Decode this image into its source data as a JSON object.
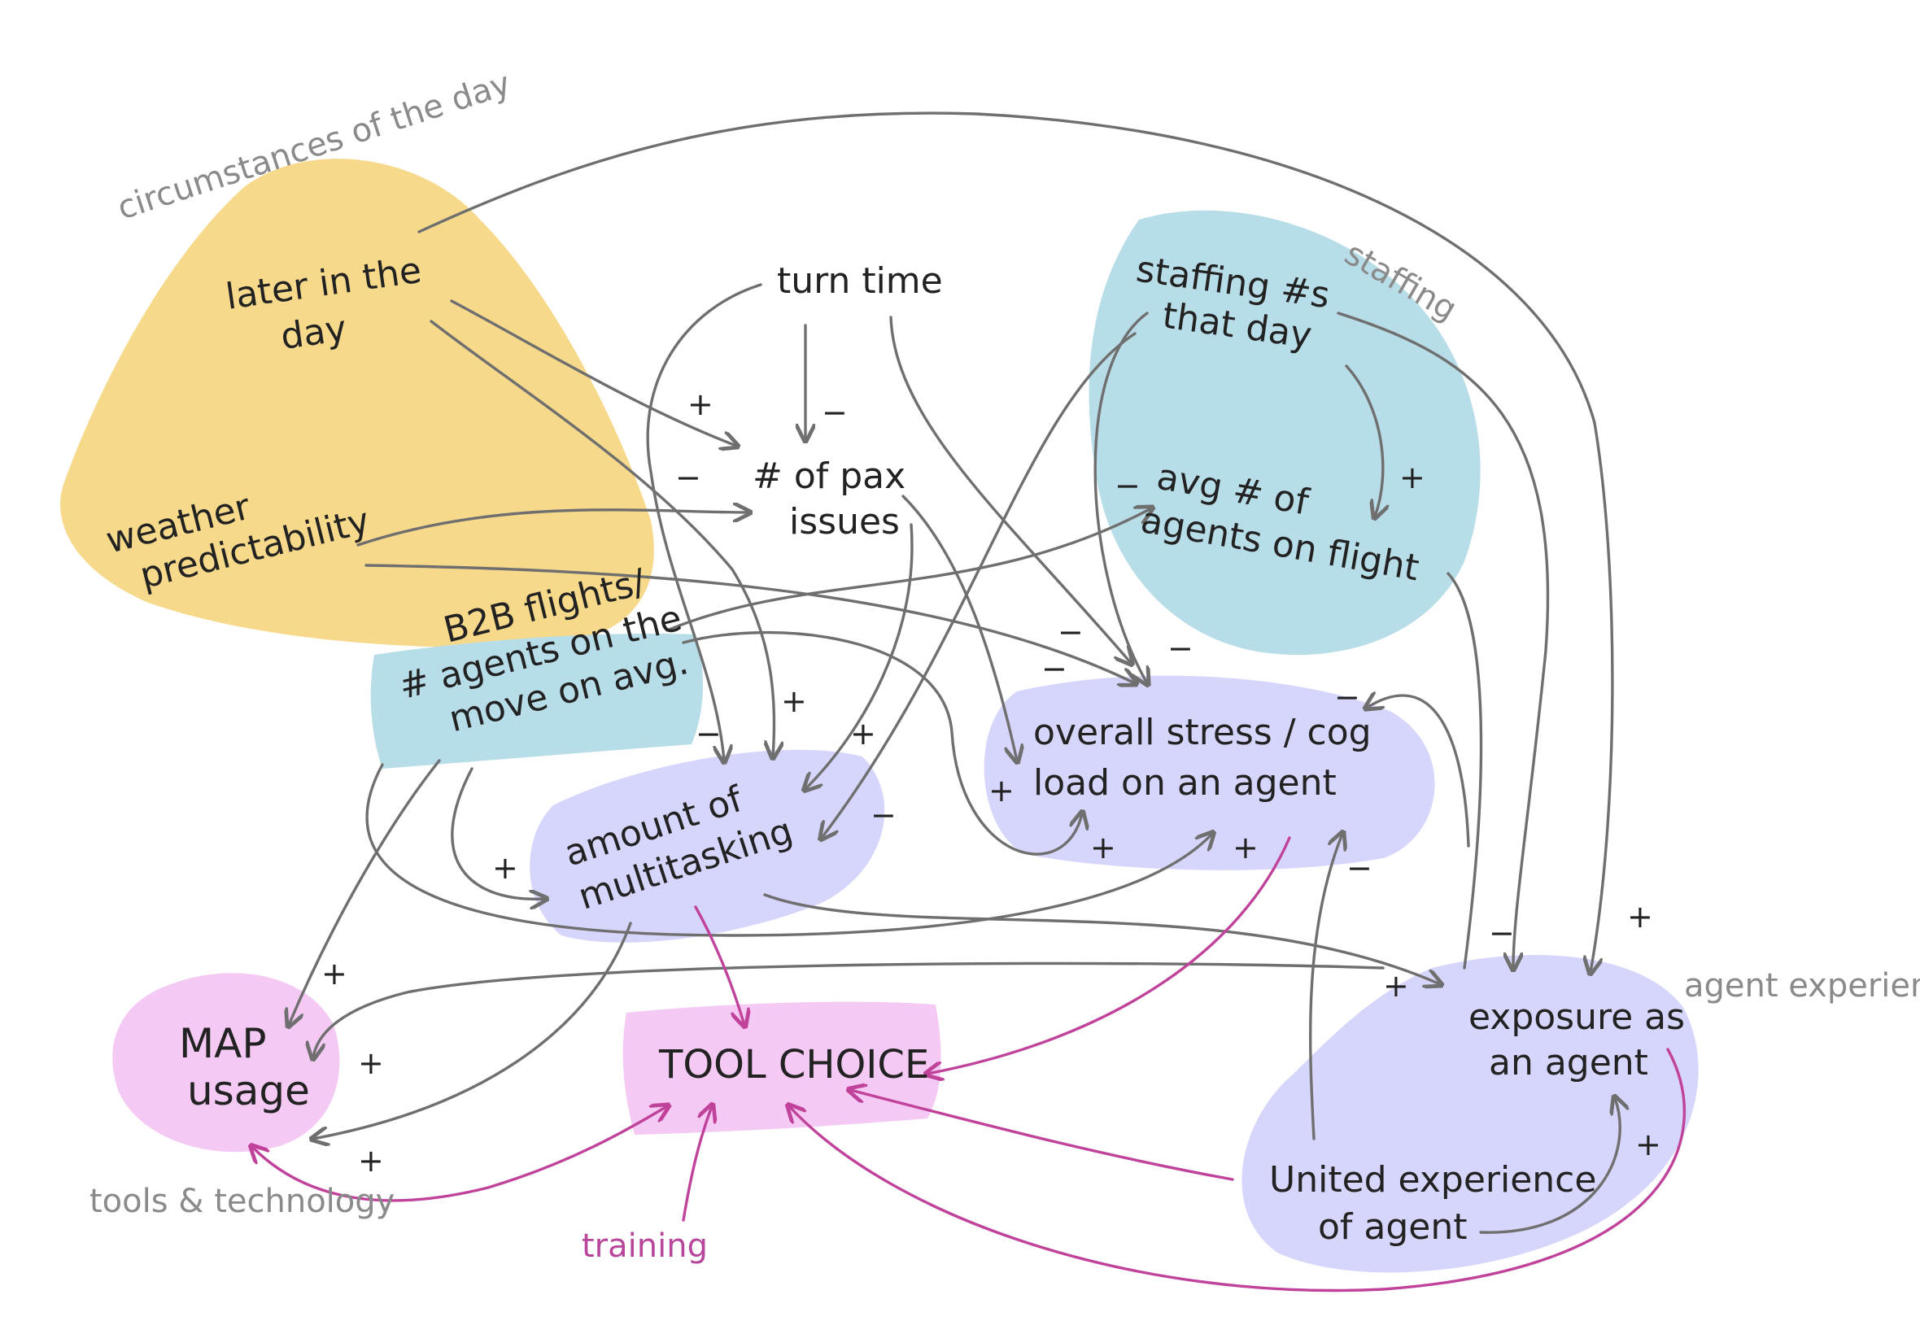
{
  "colors": {
    "ink": "#222222",
    "arrow": "#6f6f6f",
    "pink_arrow": "#c0429a",
    "group_label": "#8a8a8a",
    "training_label": "#b8479c",
    "yellow_blob": "#f6d98a",
    "blue_blob": "#b7dde8",
    "lavender_blob": "#d6d5fb",
    "pink_blob": "#f4c9f4"
  },
  "groups": {
    "circumstances": "circumstances of the day",
    "staffing": "staffing",
    "agent_experience": "agent experience",
    "tools": "tools & technology",
    "training": "training"
  },
  "nodes": {
    "later_in_day": [
      "later in the",
      "day"
    ],
    "turn_time": [
      "turn time"
    ],
    "staffing_numbers": [
      "staffing #s",
      "that day"
    ],
    "pax_issues": [
      "# of pax",
      "issues"
    ],
    "avg_agents": [
      "avg # of",
      "agents on flight"
    ],
    "weather": [
      "weather",
      "predictability"
    ],
    "b2b": [
      "B2B flights/",
      "# agents on the",
      "move on avg."
    ],
    "stress": [
      "overall stress / cog",
      "load on an agent"
    ],
    "multitasking": [
      "amount of",
      "multitasking"
    ],
    "map_usage": [
      "MAP",
      "usage"
    ],
    "tool_choice": [
      "TOOL CHOICE"
    ],
    "exposure": [
      "exposure as",
      "an agent"
    ],
    "united_experience": [
      "United experience",
      "of agent"
    ]
  },
  "signs": {
    "plus": "+",
    "minus": "−"
  }
}
